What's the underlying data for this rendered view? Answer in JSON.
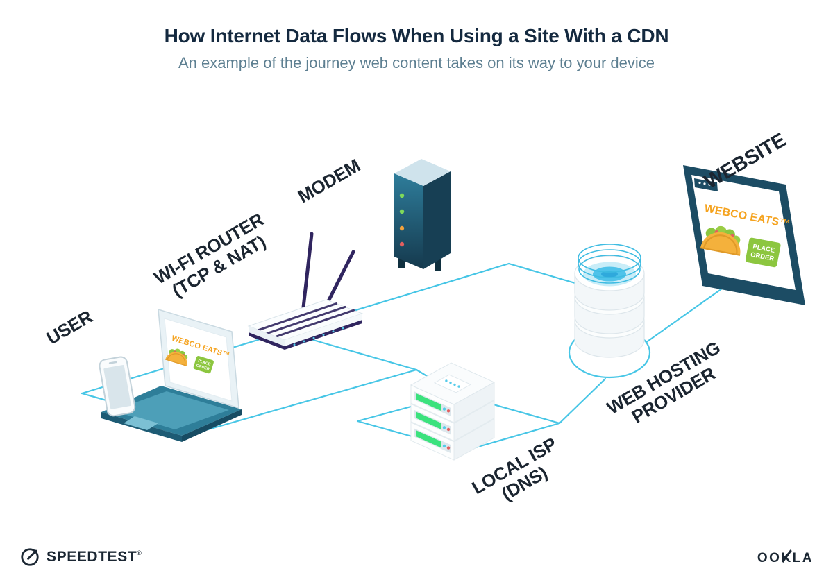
{
  "header": {
    "title": "How Internet Data Flows When Using a Site With a CDN",
    "subtitle": "An example of the journey web content takes on its way to your device"
  },
  "nodes": {
    "user": {
      "label": "USER"
    },
    "wifi_router": {
      "line1": "WI-FI ROUTER",
      "line2": "(TCP & NAT)"
    },
    "modem": {
      "label": "MODEM"
    },
    "local_isp": {
      "line1": "LOCAL ISP",
      "line2": "(DNS)"
    },
    "web_hosting": {
      "line1": "WEB HOSTING",
      "line2": "PROVIDER"
    },
    "website": {
      "label": "WEBSITE"
    }
  },
  "screens": {
    "laptop": {
      "brand": "WEBCO EATS™",
      "cta_line1": "PLACE",
      "cta_line2": "ORDER"
    },
    "browser": {
      "brand": "WEBCO EATS™",
      "cta_line1": "PLACE",
      "cta_line2": "ORDER"
    }
  },
  "footer": {
    "speedtest": "SPEEDTEST",
    "speedtest_mark": "®",
    "ookla": "OOKLA"
  },
  "colors": {
    "line": "#47C6E6",
    "title": "#14293F",
    "subtitle": "#5D7F91",
    "label": "#1B2530",
    "teal_dark": "#1C4C64",
    "teal": "#2E7E99",
    "purple": "#30255F",
    "orange": "#F5A31F",
    "green": "#8CC63F",
    "led_green": "#3BE27D",
    "led_orange": "#F2A23C",
    "led_red": "#E25F5F",
    "cyan": "#4FC8E8"
  }
}
